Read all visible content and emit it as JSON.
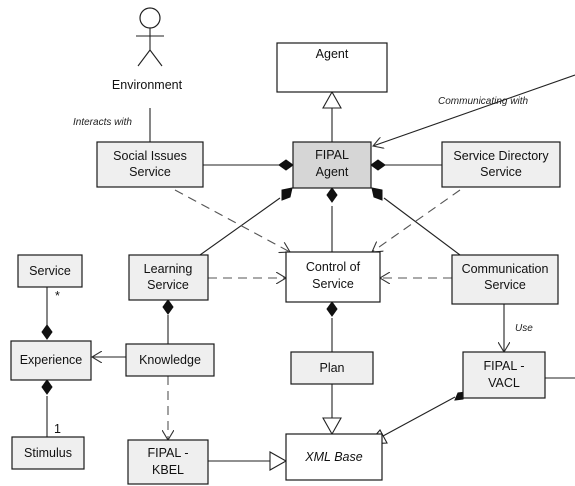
{
  "nodes": {
    "agent": "Agent",
    "fipal_agent": [
      "FIPAL",
      "Agent"
    ],
    "social_issues": [
      "Social Issues",
      "Service"
    ],
    "service_directory": [
      "Service Directory",
      "Service"
    ],
    "learning": [
      "Learning",
      "Service"
    ],
    "control": [
      "Control of",
      "Service"
    ],
    "communication": [
      "Communication",
      "Service"
    ],
    "service": "Service",
    "experience": "Experience",
    "knowledge": "Knowledge",
    "plan": "Plan",
    "fipal_vacl": [
      "FIPAL -",
      "VACL"
    ],
    "stimulus": "Stimulus",
    "fipal_kbel": [
      "FIPAL -",
      "KBEL"
    ],
    "xml_base": "XML Base",
    "environment": "Environment"
  },
  "edge_labels": {
    "interacts": "Interacts with",
    "communicating": "Communicating with",
    "use": "Use",
    "mult_many": "*",
    "mult_one": "1"
  }
}
